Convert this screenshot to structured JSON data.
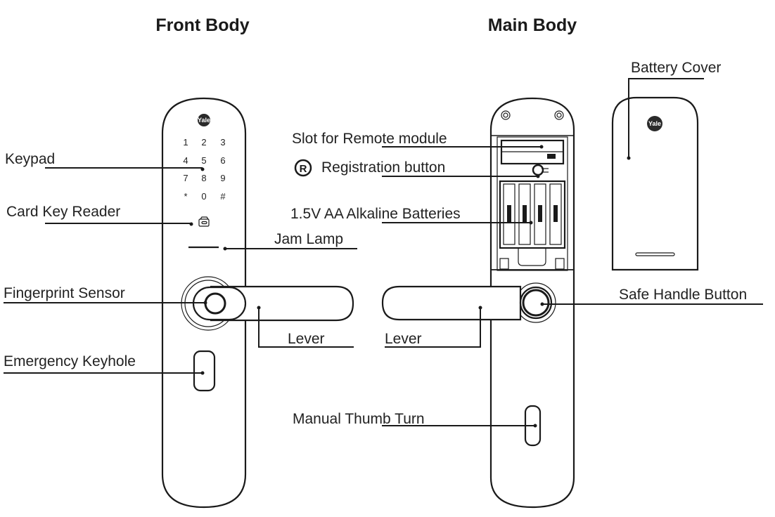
{
  "titles": {
    "front": "Front Body",
    "main": "Main Body"
  },
  "brand": "Yale",
  "keypad_keys": [
    "1",
    "2",
    "3",
    "4",
    "5",
    "6",
    "7",
    "8",
    "9",
    "*",
    "0",
    "#"
  ],
  "labels": {
    "keypad": "Keypad",
    "card_key_reader": "Card Key Reader",
    "jam_lamp": "Jam Lamp",
    "fingerprint_sensor": "Fingerprint Sensor",
    "front_lever": "Lever",
    "emergency_keyhole": "Emergency Keyhole",
    "slot_remote_module": "Slot for Remote module",
    "registration_symbol": "R",
    "registration_button": "Registration button",
    "batteries": "1.5V AA Alkaline Batteries",
    "main_lever": "Lever",
    "battery_cover": "Battery Cover",
    "safe_handle_button": "Safe Handle Button",
    "manual_thumb_turn": "Manual Thumb Turn"
  }
}
